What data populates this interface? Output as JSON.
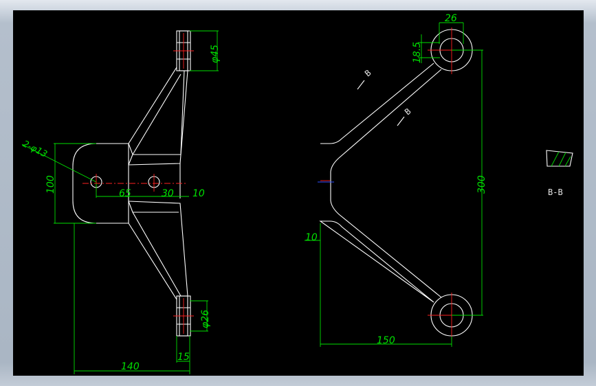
{
  "dimensions": {
    "d45": "φ45",
    "d26": "φ26",
    "holes": "2-φ13",
    "h100": "100",
    "w65": "65",
    "w30": "30",
    "t10_front": "10",
    "w140": "140",
    "w15": "15",
    "w26": "26",
    "h18_5": "18.5",
    "h300": "300",
    "t10_side": "10",
    "w150": "150"
  },
  "section": {
    "cut_mark_upper": "B",
    "cut_mark_lower": "B",
    "label": "B-B"
  },
  "colors": {
    "background": "#000000",
    "outline": "#ffffff",
    "dimension": "#00e000",
    "centerline": "#ff2020",
    "hidden": "#3050ff"
  }
}
